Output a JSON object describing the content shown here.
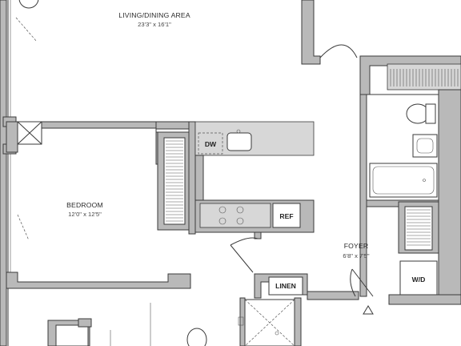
{
  "rooms": {
    "living": {
      "name": "LIVING/DINING AREA",
      "dims": "23'3\" x 16'1\""
    },
    "bedroom": {
      "name": "BEDROOM",
      "dims": "12'0\" x 12'5\""
    },
    "foyer": {
      "name": "FOYER",
      "dims": "6'8\" x 7'5\""
    }
  },
  "fixtures": {
    "dishwasher": "DW",
    "refrigerator": "REF",
    "linen": "LINEN",
    "washer_dryer": "W/D"
  }
}
